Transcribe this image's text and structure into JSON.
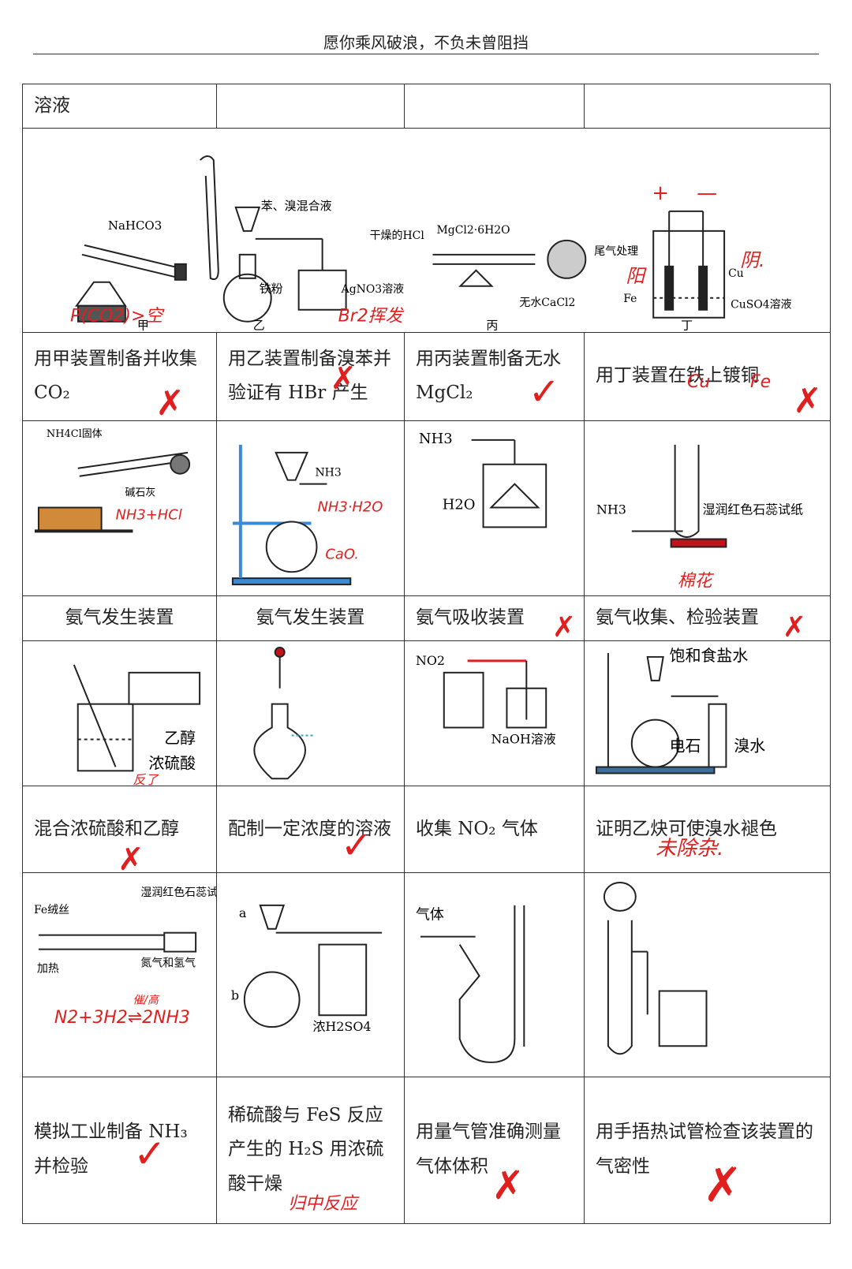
{
  "header": {
    "motto": "愿你乘风破浪，不负未曾阻挡"
  },
  "row1": {
    "c1": "溶液",
    "c2": "",
    "c3": "",
    "c4": ""
  },
  "diagram1": {
    "jia": {
      "reagent": "NaHCO3",
      "label": "甲",
      "note": "P(CO2)>空"
    },
    "yi": {
      "funnel": "苯、溴混合液",
      "solid": "铁粉",
      "beaker": "AgNO3溶液",
      "label": "乙",
      "note": "Br2挥发"
    },
    "bing": {
      "inlet": "干燥的HCl",
      "solid": "MgCl2·6H2O",
      "dryer": "无水CaCl2",
      "outlet": "尾气处理",
      "label": "丙"
    },
    "ding": {
      "plus": "+",
      "minus": "—",
      "left": "Fe",
      "right": "Cu",
      "solution": "CuSO4溶液",
      "label": "丁",
      "note_anode": "阳",
      "note_cathode": "阴."
    }
  },
  "row2": {
    "c1": "用甲装置制备并收集 CO₂",
    "c2": "用乙装置制备溴苯并验证有 HBr 产生",
    "c3": "用丙装置制备无水MgCl₂",
    "c4": "用丁装置在铁上镀铜",
    "c4_notes": [
      "Cu",
      "Fe"
    ]
  },
  "diagram2": {
    "a": {
      "label_top": "NH4Cl固体",
      "label_side": "碱石灰",
      "note": "NH3+HCl"
    },
    "b": {
      "gas": "NH3",
      "note1": "NH3·H2O",
      "note2": "CaO."
    },
    "c": {
      "gas": "NH3",
      "water": "H2O"
    },
    "d": {
      "gas": "NH3",
      "paper": "湿润红色石蕊试纸",
      "note": "棉花"
    }
  },
  "row3": {
    "c1": "氨气发生装置",
    "c2": "氨气发生装置",
    "c3": "氨气吸收装置",
    "c4": "氨气收集、检验装置"
  },
  "diagram3": {
    "a": {
      "liquid1": "乙醇",
      "liquid2": "浓硫酸",
      "note": "反了"
    },
    "c": {
      "gas": "NO2",
      "solution": "NaOH溶液"
    },
    "d": {
      "top": "饱和食盐水",
      "mid": "电石",
      "right": "溴水"
    }
  },
  "row4": {
    "c1": "混合浓硫酸和乙醇",
    "c2": "配制一定浓度的溶液",
    "c3": "收集 NO₂ 气体",
    "c4": "证明乙炔可使溴水褪色",
    "c4_note": "未除杂."
  },
  "diagram4": {
    "a": {
      "wire": "Fe绒丝",
      "heat": "加热",
      "paper": "湿润红色石蕊试纸",
      "gas": "氮气和氢气",
      "note": "N2+3H2⇌2NH3",
      "cond": "催/高"
    },
    "b": {
      "a": "a",
      "b": "b",
      "acid": "浓H2SO4"
    },
    "c": {
      "gas": "气体"
    }
  },
  "row5": {
    "c1": "模拟工业制备 NH₃并检验",
    "c2": "稀硫酸与 FeS 反应产生的 H₂S 用浓硫酸干燥",
    "c2_note": "归中反应",
    "c3": "用量气管准确测量气体体积",
    "c4": "用手捂热试管检查该装置的气密性"
  },
  "colors": {
    "ink": "#222222",
    "pen": "#e01f1f"
  }
}
